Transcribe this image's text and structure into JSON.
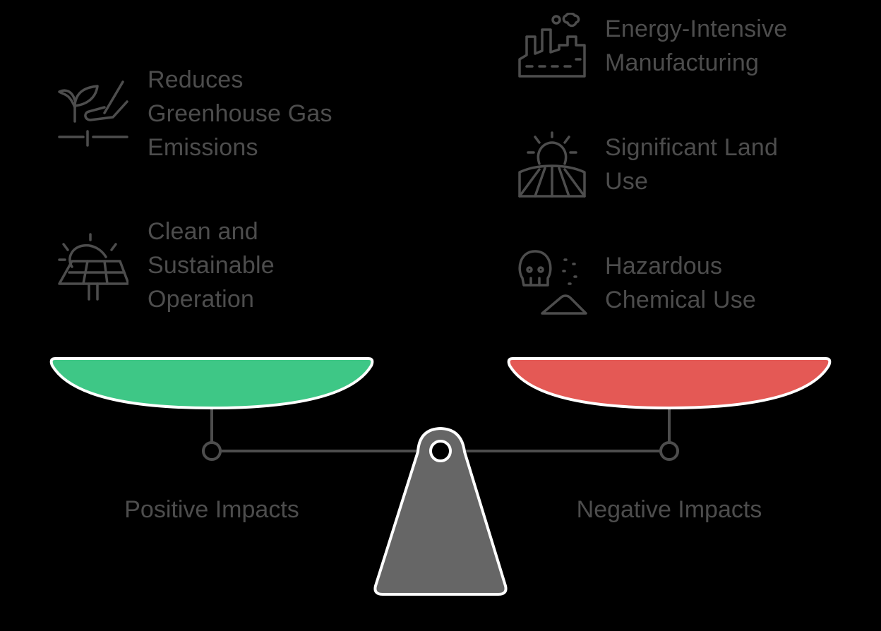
{
  "diagram": {
    "type": "balance-scale",
    "colors": {
      "background": "#000000",
      "text": "#4d4d4d",
      "positive_pan": "#3ec786",
      "negative_pan": "#e45955",
      "fulcrum": "#666666",
      "outline": "#ffffff",
      "beam": "#4d4d4d"
    },
    "left": {
      "caption": "Positive Impacts",
      "items": [
        {
          "icon": "plant-hand-icon",
          "lines": [
            "Reduces",
            "Greenhouse Gas",
            "Emissions"
          ]
        },
        {
          "icon": "solar-panel-icon",
          "lines": [
            "Clean and",
            "Sustainable",
            "Operation"
          ]
        }
      ]
    },
    "right": {
      "caption": "Negative Impacts",
      "items": [
        {
          "icon": "factory-icon",
          "lines": [
            "Energy-Intensive",
            "Manufacturing"
          ]
        },
        {
          "icon": "sun-field-icon",
          "lines": [
            "Significant Land",
            "Use"
          ]
        },
        {
          "icon": "skull-chemical-icon",
          "lines": [
            "Hazardous",
            "Chemical Use"
          ]
        }
      ]
    }
  }
}
